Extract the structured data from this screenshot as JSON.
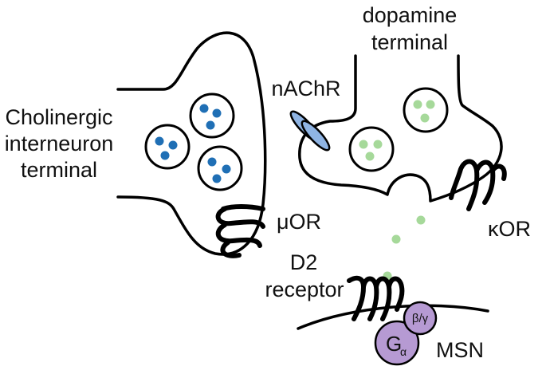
{
  "labels": {
    "cholinergic_line1": "Cholinergic",
    "cholinergic_line2": "interneuron",
    "cholinergic_line3": "terminal",
    "dopamine_line1": "dopamine",
    "dopamine_line2": "terminal",
    "nachr": "nAChR",
    "mu_or": "μOR",
    "kappa_or": "κOR",
    "d2_line1": "D2",
    "d2_line2": "receptor",
    "msn": "MSN",
    "g_alpha_main": "G",
    "g_alpha_sub": "α",
    "beta_gamma": "β/γ"
  },
  "colors": {
    "acetylcholine_dot": "#1f6fb5",
    "dopamine_dot": "#a6d99a",
    "nachr_fill": "#8fb4e3",
    "g_protein_fill": "#b69ad3",
    "outline": "#000000"
  }
}
